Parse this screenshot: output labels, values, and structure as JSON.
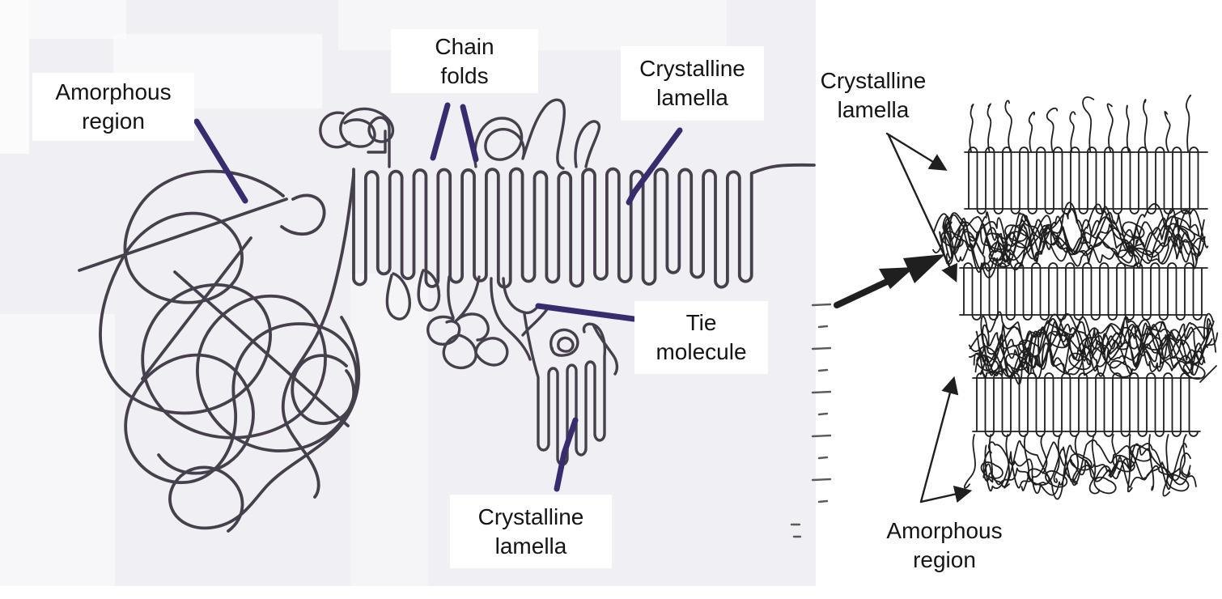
{
  "labels": {
    "amorphous_left": {
      "line1": "Amorphous",
      "line2": "region"
    },
    "chain_folds": {
      "line1": "Chain",
      "line2": "folds"
    },
    "crystalline_top": {
      "line1": "Crystalline",
      "line2": "lamella"
    },
    "tie_molecule": {
      "line1": "Tie",
      "line2": "molecule"
    },
    "crystalline_bottom": {
      "line1": "Crystalline",
      "line2": "lamella"
    },
    "crystalline_right": {
      "line1": "Crystalline",
      "line2": "lamella"
    },
    "amorphous_right": {
      "line1": "Amorphous",
      "line2": "region"
    }
  },
  "colors": {
    "ink": "#46404d",
    "pointer": "#392c6e",
    "right_ink": "#1f1f1f",
    "scan_bg": "#f0eff3",
    "label_bg": "#ffffff",
    "text": "#141414",
    "dash": "#5a5a5a"
  }
}
